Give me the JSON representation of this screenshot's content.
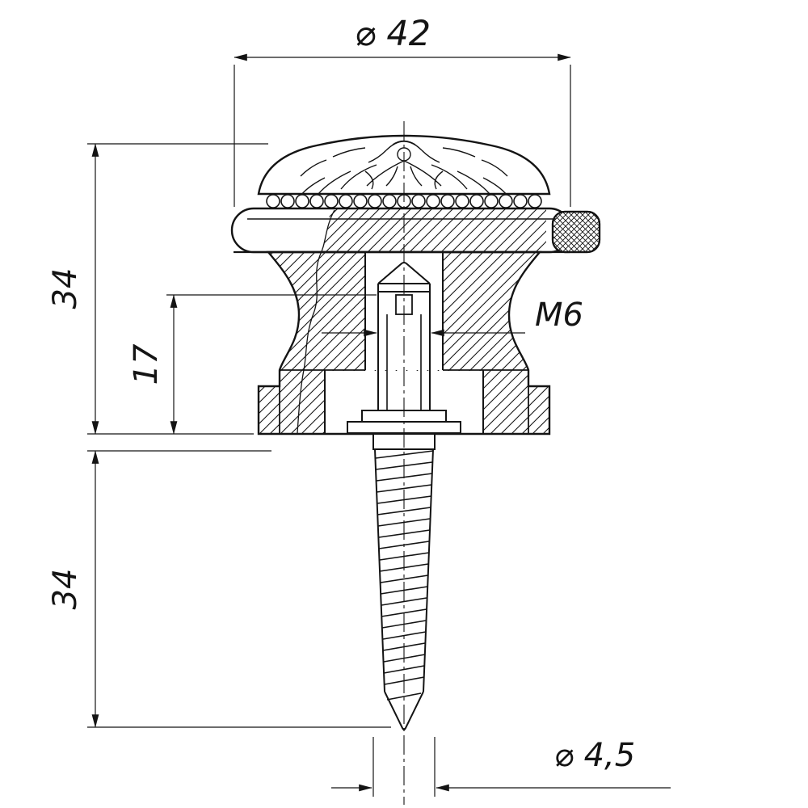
{
  "style": {
    "background": "#ffffff",
    "line_color": "#141414"
  },
  "dimensions": {
    "diameter_top": "⌀ 42",
    "height_upper": "34",
    "height_inner": "17",
    "thread": "M6",
    "length_screw": "34",
    "diameter_screw": "⌀ 4,5"
  }
}
